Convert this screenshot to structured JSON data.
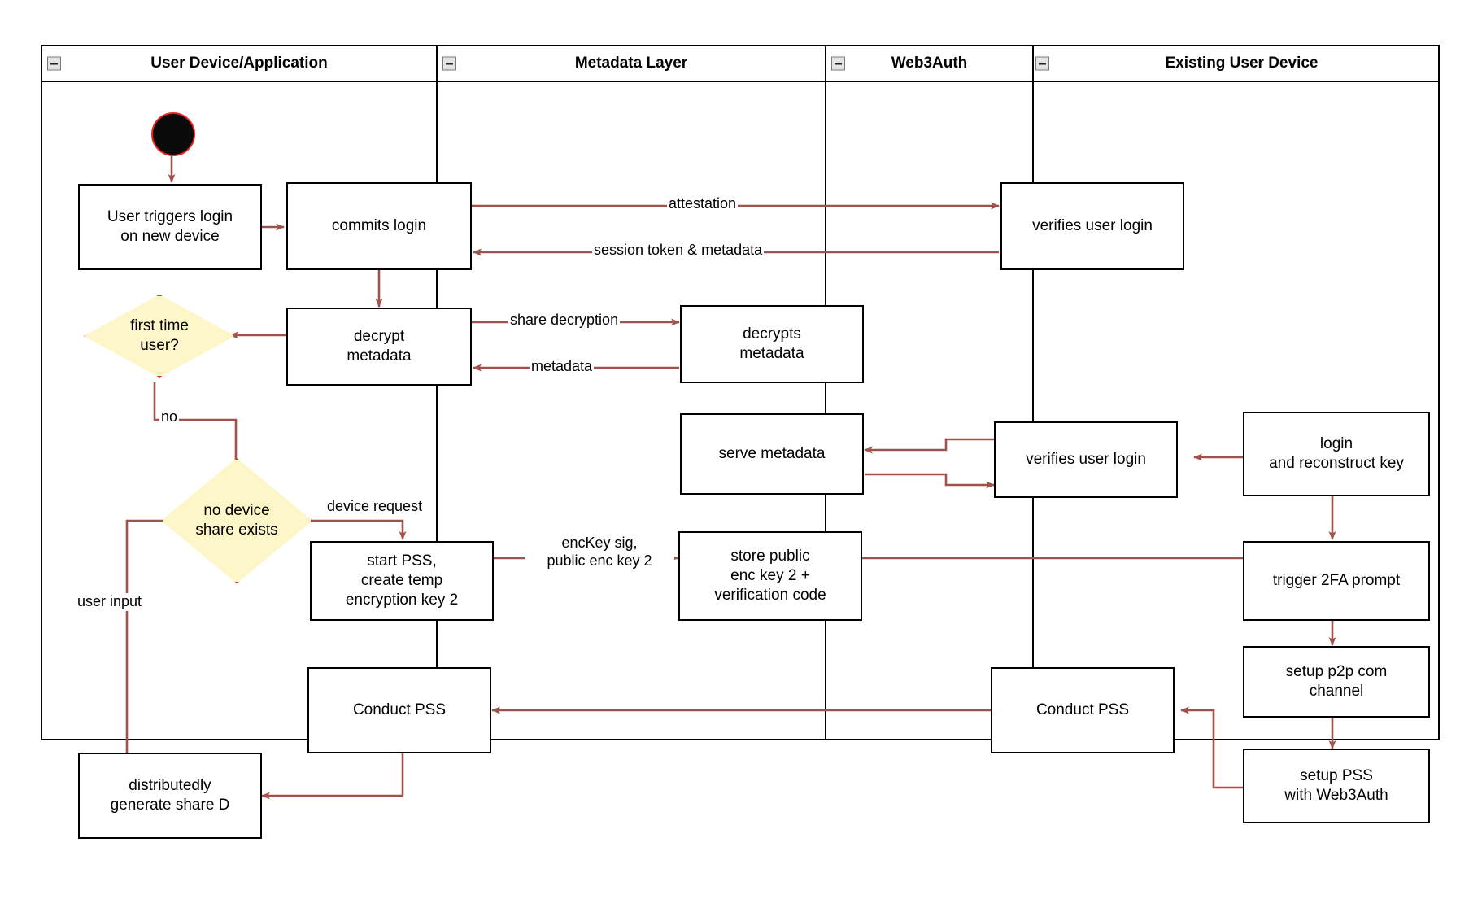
{
  "diagram": {
    "type": "swimlane-activity-diagram",
    "lanes": [
      {
        "id": "user-device",
        "title": "User Device/Application"
      },
      {
        "id": "metadata-layer",
        "title": "Metadata Layer"
      },
      {
        "id": "web3auth",
        "title": "Web3Auth"
      },
      {
        "id": "existing-user-device",
        "title": "Existing User Device"
      }
    ],
    "colors": {
      "edge": "#a0524a",
      "node_border": "#000000",
      "decision_fill": "#fdf6c8",
      "decision_border": "#e8251f",
      "start_fill": "#0a0a0a",
      "lane_border": "#000000"
    },
    "nodes": [
      {
        "id": "start",
        "lane": "user-device",
        "shape": "start",
        "label": ""
      },
      {
        "id": "user-triggers",
        "lane": "user-device",
        "shape": "rect",
        "label": "User triggers login\non new device"
      },
      {
        "id": "commits-login",
        "lane": "user-device",
        "shape": "rect",
        "label": "commits login"
      },
      {
        "id": "decrypt-metadata",
        "lane": "user-device",
        "shape": "rect",
        "label": "decrypt\nmetadata"
      },
      {
        "id": "first-time-user",
        "lane": "user-device",
        "shape": "diamond",
        "label": "first time\nuser?"
      },
      {
        "id": "no-device-share",
        "lane": "user-device",
        "shape": "diamond",
        "label": "no device\nshare exists"
      },
      {
        "id": "start-pss",
        "lane": "user-device",
        "shape": "rect",
        "label": "start PSS,\ncreate temp\nencryption key 2"
      },
      {
        "id": "conduct-pss-user",
        "lane": "user-device",
        "shape": "rect",
        "label": "Conduct PSS"
      },
      {
        "id": "generate-share-d",
        "lane": "user-device",
        "shape": "rect",
        "label": "distributedly\ngenerate share D"
      },
      {
        "id": "decrypts-metadata",
        "lane": "metadata-layer",
        "shape": "rect",
        "label": "decrypts\nmetadata"
      },
      {
        "id": "serve-metadata",
        "lane": "metadata-layer",
        "shape": "rect",
        "label": "serve metadata"
      },
      {
        "id": "store-public-key",
        "lane": "metadata-layer",
        "shape": "rect",
        "label": "store public\nenc key 2 +\nverification code"
      },
      {
        "id": "verifies-login-1",
        "lane": "web3auth",
        "shape": "rect",
        "label": "verifies user login"
      },
      {
        "id": "verifies-login-2",
        "lane": "web3auth",
        "shape": "rect",
        "label": "verifies user login"
      },
      {
        "id": "conduct-pss-w3a",
        "lane": "web3auth",
        "shape": "rect",
        "label": "Conduct PSS"
      },
      {
        "id": "login-reconstruct",
        "lane": "existing-user-device",
        "shape": "rect",
        "label": "login\nand reconstruct key"
      },
      {
        "id": "trigger-2fa",
        "lane": "existing-user-device",
        "shape": "rect",
        "label": "trigger 2FA prompt"
      },
      {
        "id": "setup-p2p",
        "lane": "existing-user-device",
        "shape": "rect",
        "label": "setup p2p com\nchannel"
      },
      {
        "id": "setup-pss-w3a",
        "lane": "existing-user-device",
        "shape": "rect",
        "label": "setup PSS\nwith Web3Auth"
      }
    ],
    "edge_labels": [
      {
        "id": "attestation",
        "text": "attestation",
        "from": "commits-login",
        "to": "verifies-login-1"
      },
      {
        "id": "session-token",
        "text": "session token & metadata",
        "from": "verifies-login-1",
        "to": "commits-login"
      },
      {
        "id": "share-decryption",
        "text": "share decryption",
        "from": "decrypt-metadata",
        "to": "decrypts-metadata"
      },
      {
        "id": "metadata",
        "text": "metadata",
        "from": "decrypts-metadata",
        "to": "decrypt-metadata"
      },
      {
        "id": "no",
        "text": "no",
        "from": "first-time-user",
        "to": "no-device-share"
      },
      {
        "id": "device-request",
        "text": "device request",
        "from": "no-device-share",
        "to": "start-pss"
      },
      {
        "id": "user-input",
        "text": "user input",
        "from": "no-device-share",
        "to": "generate-share-d"
      },
      {
        "id": "enckey-sig",
        "text": "encKey sig,\npublic enc key 2",
        "from": "start-pss",
        "to": "store-public-key"
      }
    ]
  }
}
